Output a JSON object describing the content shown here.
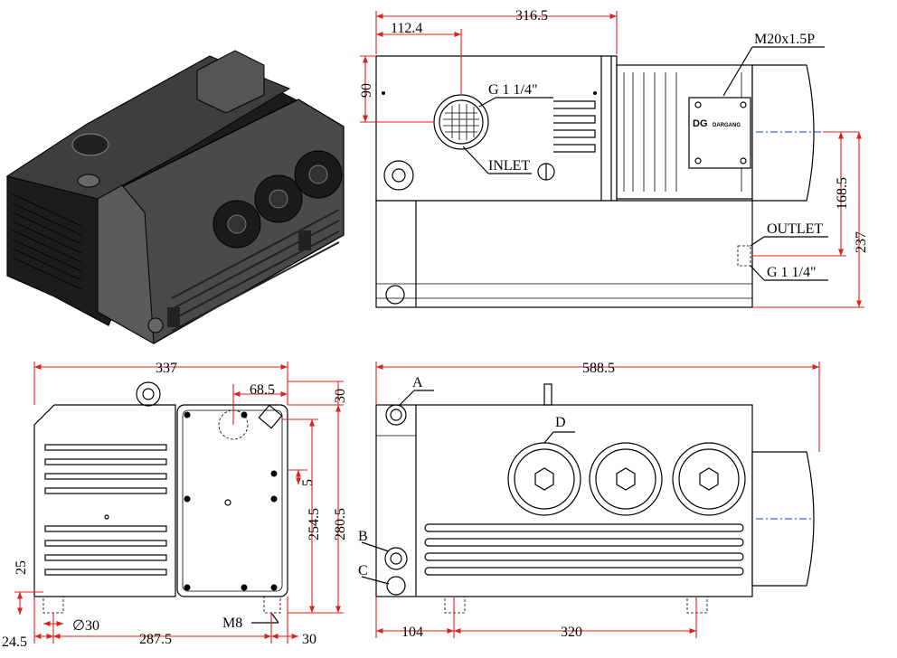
{
  "views": {
    "iso": {
      "name": "isometric-view"
    },
    "top": {
      "dims": {
        "overall": "316.5",
        "inlet_x": "112.4",
        "inlet_y": "90",
        "outlet_y": "168.5",
        "height": "237"
      },
      "labels": {
        "thread": "M20x1.5P",
        "inlet_port": "G 1 1/4\"",
        "inlet": "INLET",
        "outlet": "OUTLET",
        "outlet_port": "G 1 1/4\"",
        "brand": "DG",
        "brand_sub": "DARGANG"
      }
    },
    "end": {
      "dims": {
        "width": "337",
        "offset_top": "68.5",
        "top_gap": "30",
        "small": "5",
        "h1": "254.5",
        "h2": "280.5",
        "left_h": "25",
        "hole": "∅30",
        "bolt": "M8",
        "bottom_left": "24.5",
        "bottom": "287.5",
        "bottom_right": "30"
      }
    },
    "side": {
      "dims": {
        "overall": "588.5",
        "base_left": "104",
        "base_mid": "320"
      },
      "labels": {
        "a": "A",
        "b": "B",
        "c": "C",
        "d": "D"
      }
    }
  },
  "colors": {
    "dimension": "#e0201b",
    "line": "#000000",
    "body": "#2a2a2a",
    "body_face": "#3b3b3b"
  }
}
